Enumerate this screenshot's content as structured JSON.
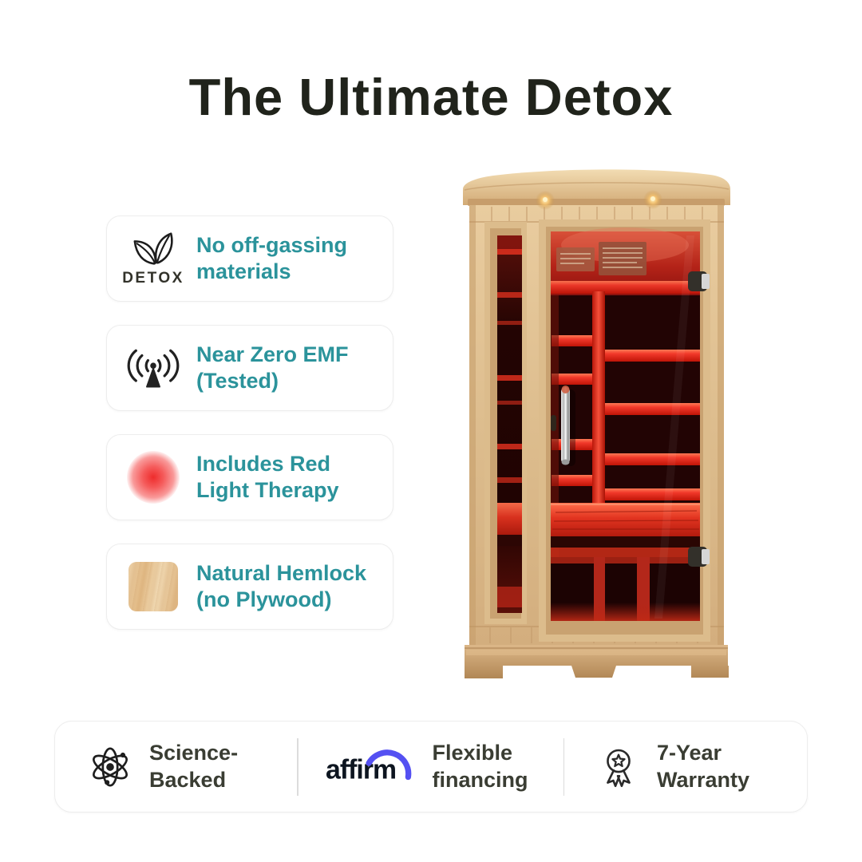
{
  "title": "The Ultimate Detox",
  "colors": {
    "accent_teal": "#2b939b",
    "title_text": "#20231b",
    "affirm_blue": "#5450f2",
    "red_glow": "#ee2c2c",
    "card_border": "#ededed"
  },
  "feature_cards": [
    {
      "icon": "detox-leaves-icon",
      "icon_caption": "DETOX",
      "line1": "No off-gassing",
      "line2": "materials"
    },
    {
      "icon": "emf-antenna-icon",
      "line1": "Near Zero EMF",
      "line2": "(Tested)"
    },
    {
      "icon": "red-light-glow-icon",
      "line1": "Includes Red",
      "line2": "Light Therapy"
    },
    {
      "icon": "hemlock-wood-swatch-icon",
      "line1": "Natural Hemlock",
      "line2": "(no Plywood)"
    }
  ],
  "product": {
    "image": "two-person-infrared-sauna-with-red-light-therapy"
  },
  "bottom_bar": {
    "items": [
      {
        "icon": "atom-icon",
        "line1": "Science-",
        "line2": "Backed"
      },
      {
        "icon": "affirm-logo",
        "logo_text": "affirm",
        "line1": "Flexible",
        "line2": "financing"
      },
      {
        "icon": "award-ribbon-icon",
        "line1": "7-Year",
        "line2": "Warranty"
      }
    ]
  }
}
